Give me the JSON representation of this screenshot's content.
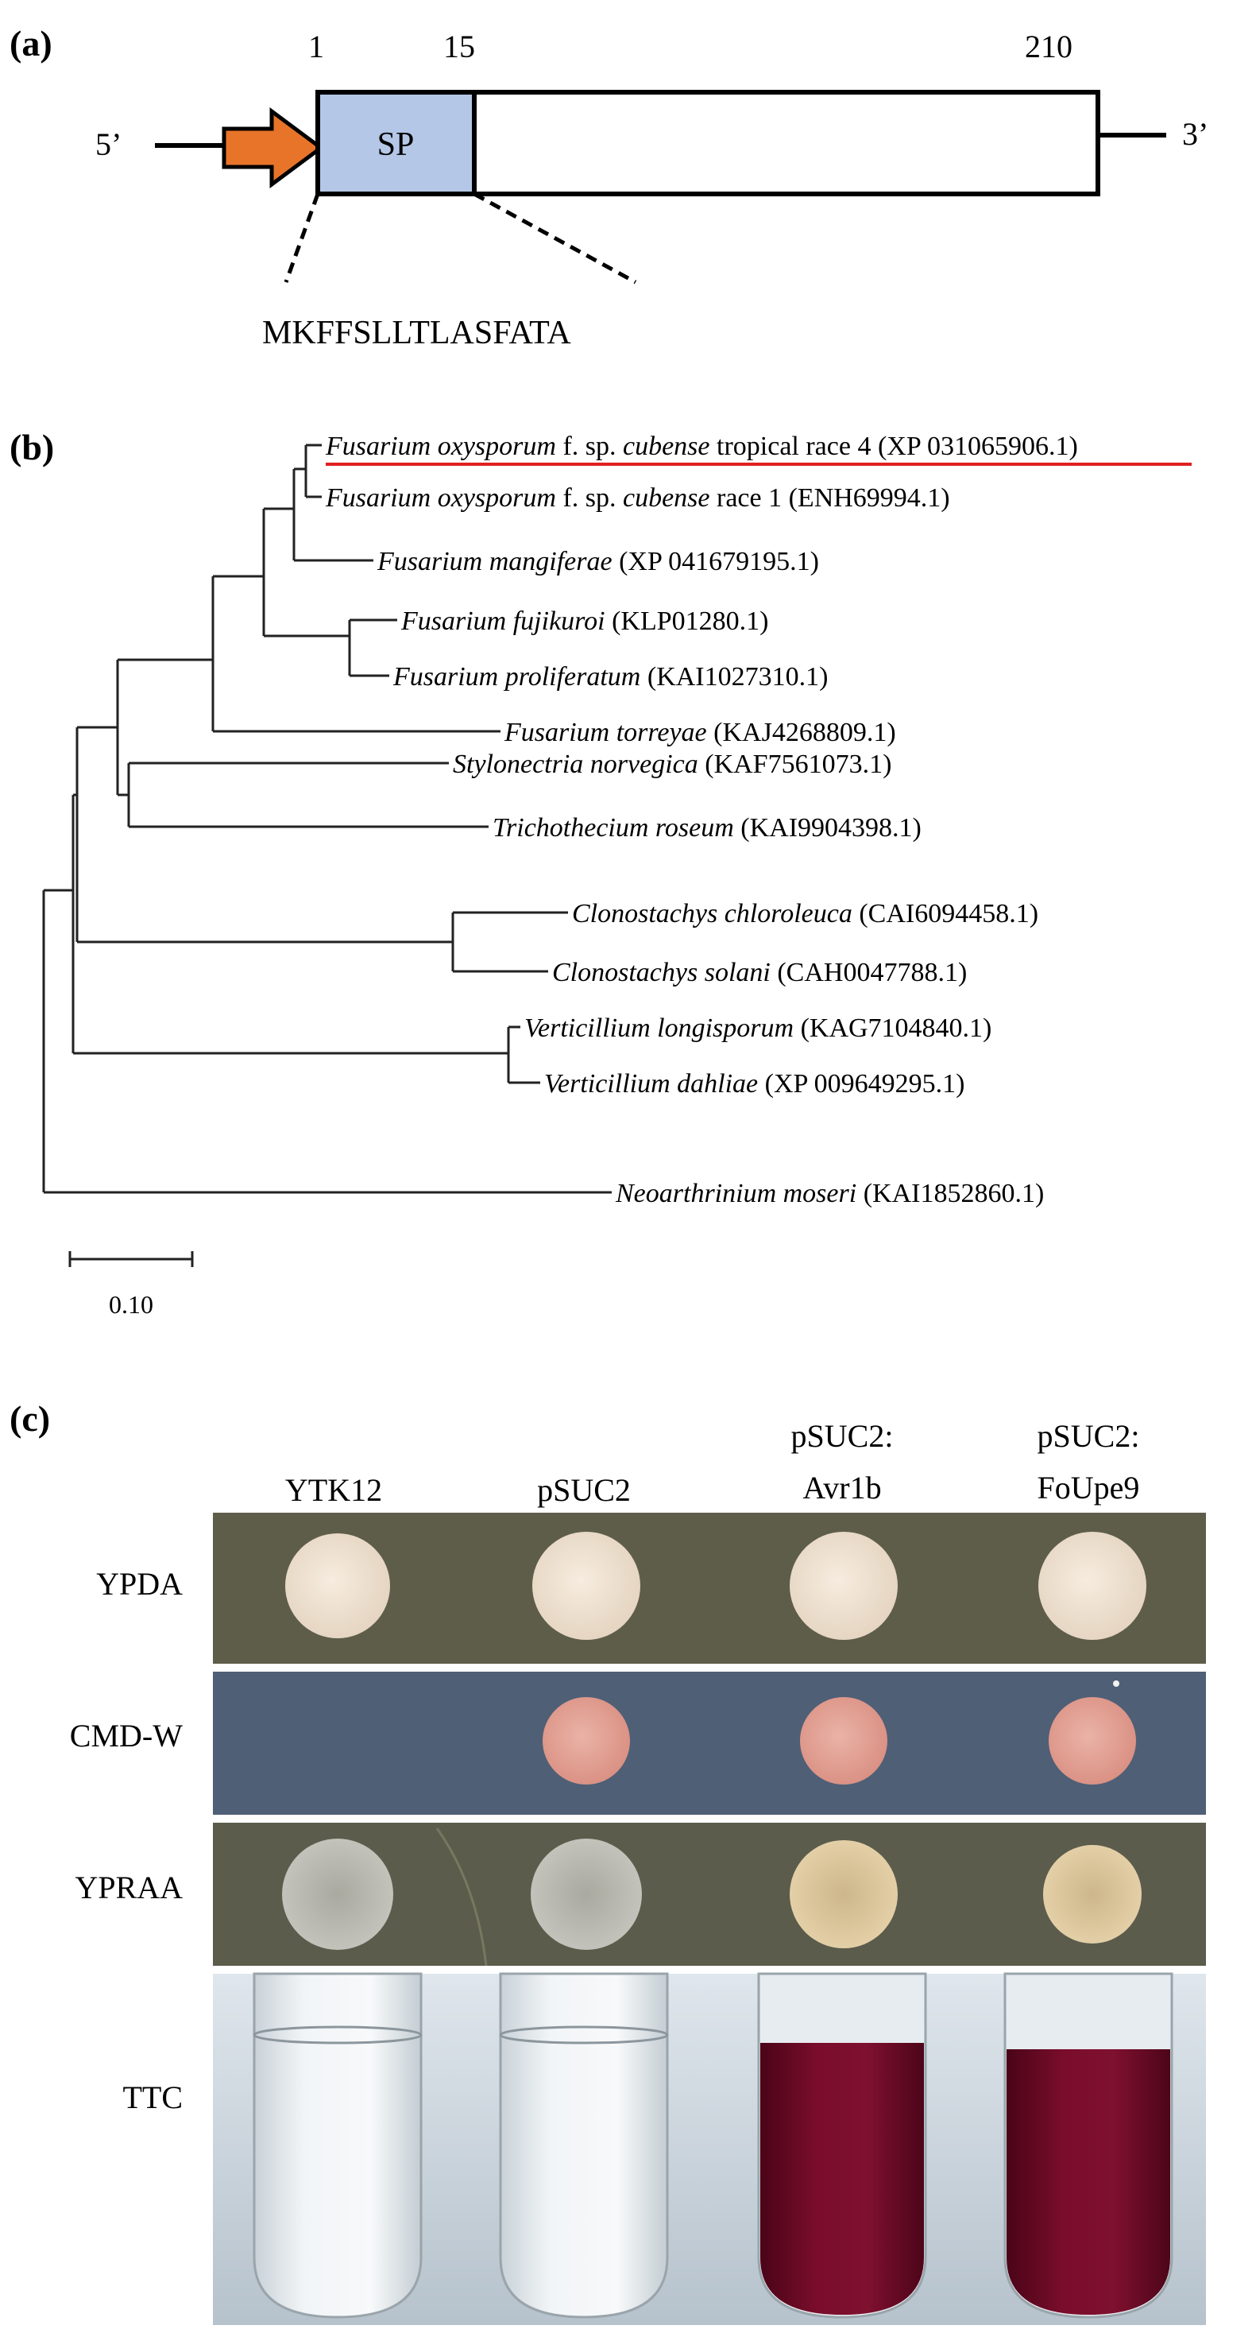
{
  "panel_a": {
    "letter": "(a)",
    "pos_start": "1",
    "pos_sp_end": "15",
    "pos_end": "210",
    "five_prime": "5’",
    "three_prime": "3’",
    "sp_label": "SP",
    "signal_peptide_seq": "MKFFSLLTLASFATA",
    "colors": {
      "arrow": "#e8742a",
      "sp_box": "#b4c7e7",
      "line": "#000000"
    }
  },
  "panel_b": {
    "letter": "(b)",
    "scale_label": "0.10",
    "highlight_color": "#e02020",
    "taxa": [
      {
        "italic": "Fusarium oxysporum",
        "mid": " f. sp. ",
        "italic2": "cubense",
        "rest": " tropical race 4 (XP 031065906.1)",
        "highlight": true
      },
      {
        "italic": "Fusarium oxysporum",
        "mid": " f. sp. ",
        "italic2": "cubense",
        "rest": " race 1 (ENH69994.1)"
      },
      {
        "italic": "Fusarium mangiferae",
        "rest": " (XP 041679195.1)"
      },
      {
        "italic": "Fusarium fujikuroi",
        "rest": " (KLP01280.1)"
      },
      {
        "italic": "Fusarium proliferatum",
        "rest": " (KAI1027310.1)"
      },
      {
        "italic": "Fusarium torreyae",
        "rest": " (KAJ4268809.1)"
      },
      {
        "italic": "Stylonectria norvegica",
        "rest": " (KAF7561073.1)"
      },
      {
        "italic": "Trichothecium roseum",
        "rest": " (KAI9904398.1)"
      },
      {
        "italic": "Clonostachys chloroleuca",
        "rest": " (CAI6094458.1)"
      },
      {
        "italic": "Clonostachys solani",
        "rest": " (CAH0047788.1)"
      },
      {
        "italic": "Verticillium longisporum",
        "rest": " (KAG7104840.1)"
      },
      {
        "italic": "Verticillium dahliae",
        "rest": " (XP 009649295.1)"
      },
      {
        "italic": "Neoarthrinium moseri",
        "rest": " (KAI1852860.1)"
      }
    ]
  },
  "panel_c": {
    "letter": "(c)",
    "columns": [
      {
        "line1": "YTK12",
        "line2": ""
      },
      {
        "line1": "pSUC2",
        "line2": ""
      },
      {
        "line1": "pSUC2:",
        "line2": "Avr1b"
      },
      {
        "line1": "pSUC2:",
        "line2": "FoUpe9"
      }
    ],
    "rows": [
      "YPDA",
      "CMD-W",
      "YPRAA",
      "TTC"
    ],
    "colors": {
      "ypda_plate": "#5d5d4a",
      "cmdw_plate": "#4f5f76",
      "ypraa_plate": "#5b5c4c",
      "ypda_colony": "#efe2d2",
      "cmdw_colony": "#e6a79a",
      "ypraa_colony_white": "#b9b9b0",
      "ypraa_colony_tan": "#dfc9a0",
      "ttc_red": "#6e0a26",
      "ttc_clear": "#e8eef2"
    }
  }
}
